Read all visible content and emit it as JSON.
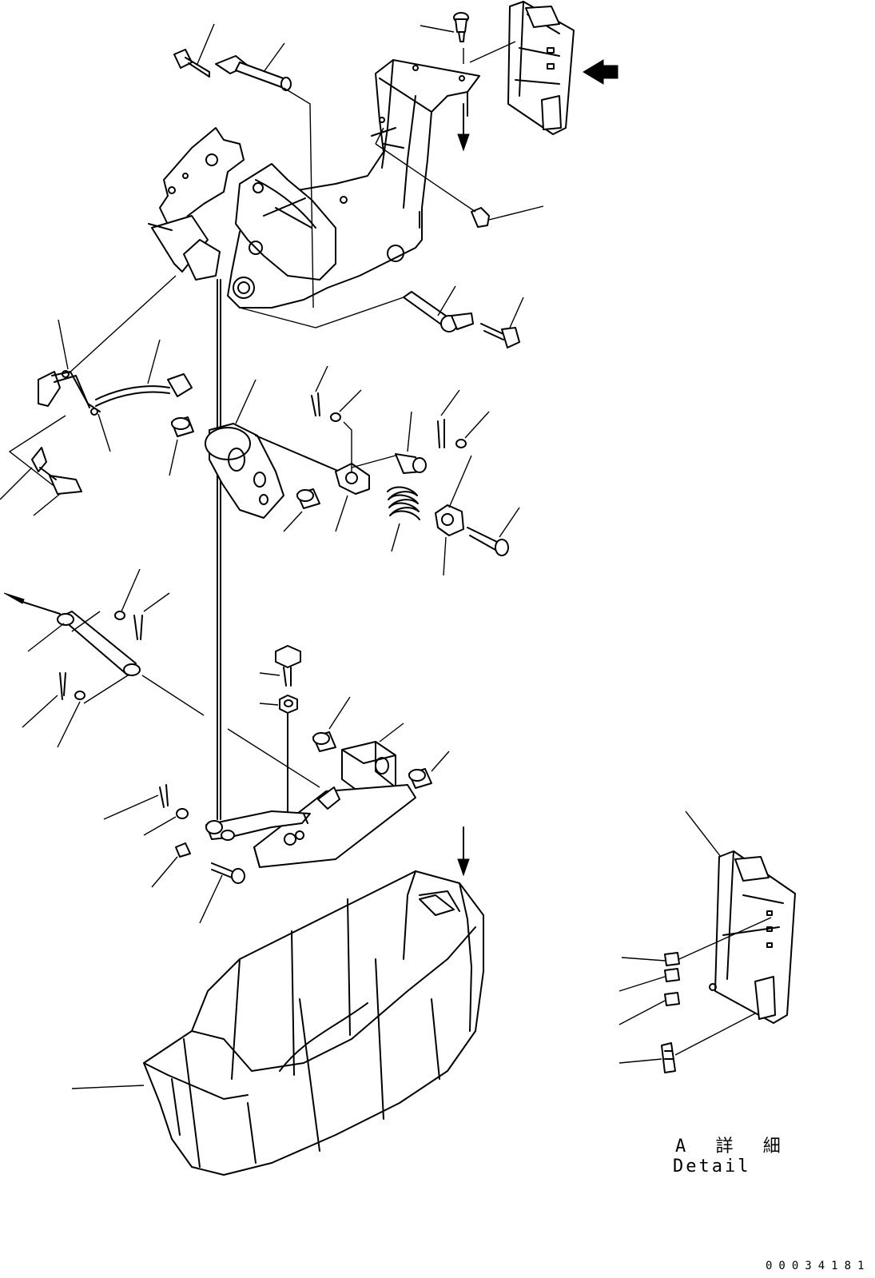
{
  "drawing": {
    "detail_view_title": "A 詳 細",
    "detail_view_subtitle": "Detail",
    "drawing_number": "00034181"
  },
  "colors": {
    "line": "#000000",
    "background": "#ffffff"
  },
  "icons": [
    "arrow-left-icon",
    "arrow-down-icon"
  ]
}
